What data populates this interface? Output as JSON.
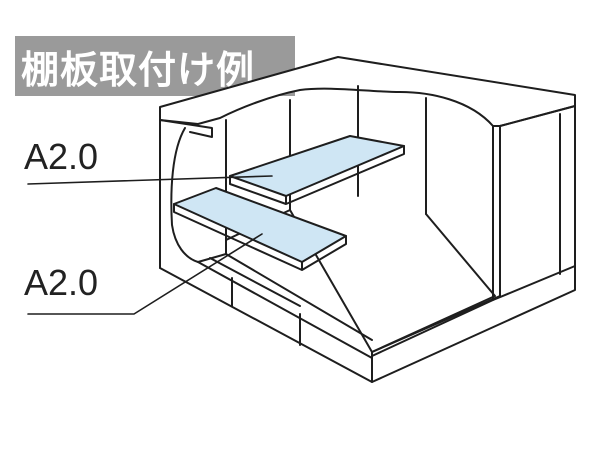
{
  "title": "棚板取付け例",
  "labels": {
    "upper_shelf": "A2.0",
    "lower_shelf": "A2.0"
  },
  "colors": {
    "shelf_fill": "#cfe6f4",
    "outline": "#1e1e1e",
    "title_background": "#9a9a9a",
    "title_text": "#ffffff"
  }
}
